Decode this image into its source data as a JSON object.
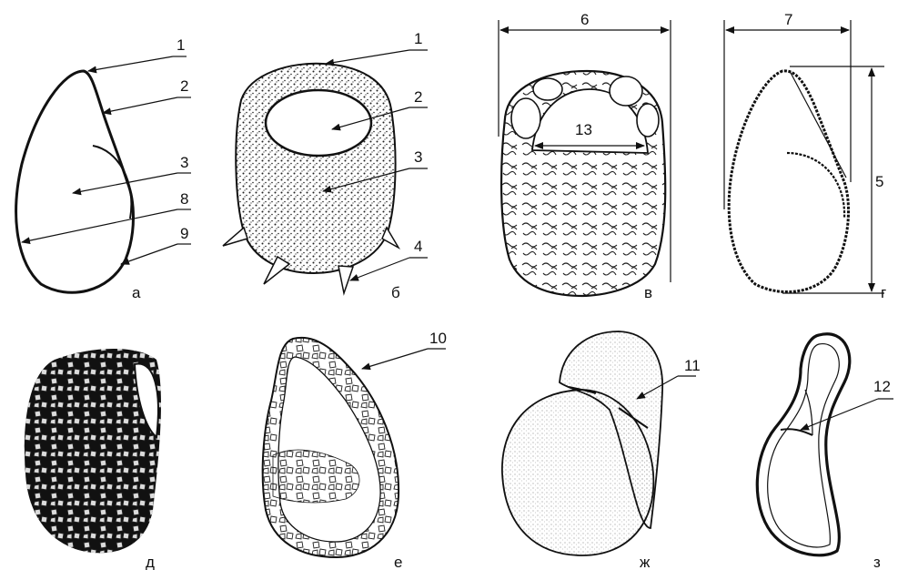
{
  "figure": {
    "panel_labels": {
      "a": "а",
      "b": "б",
      "v": "в",
      "g": "г",
      "d": "д",
      "e": "е",
      "zh": "ж",
      "z": "з"
    },
    "callouts": {
      "n1": "1",
      "n2": "2",
      "n3": "3",
      "n4": "4",
      "n5": "5",
      "n6": "6",
      "n7": "7",
      "n8": "8",
      "n9": "9",
      "n10": "10",
      "n11": "11",
      "n12": "12",
      "n13": "13"
    }
  }
}
